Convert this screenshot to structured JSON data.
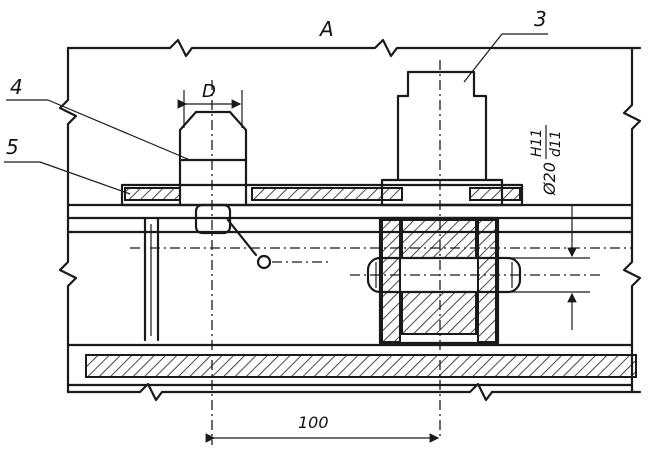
{
  "labels": {
    "view": "A",
    "part_3": "3",
    "part_4": "4",
    "part_5": "5",
    "dim_d": "D",
    "dim_100": "100",
    "fit_prefix": "Ø20",
    "fit_hole": "H11",
    "fit_shaft": "d11"
  }
}
